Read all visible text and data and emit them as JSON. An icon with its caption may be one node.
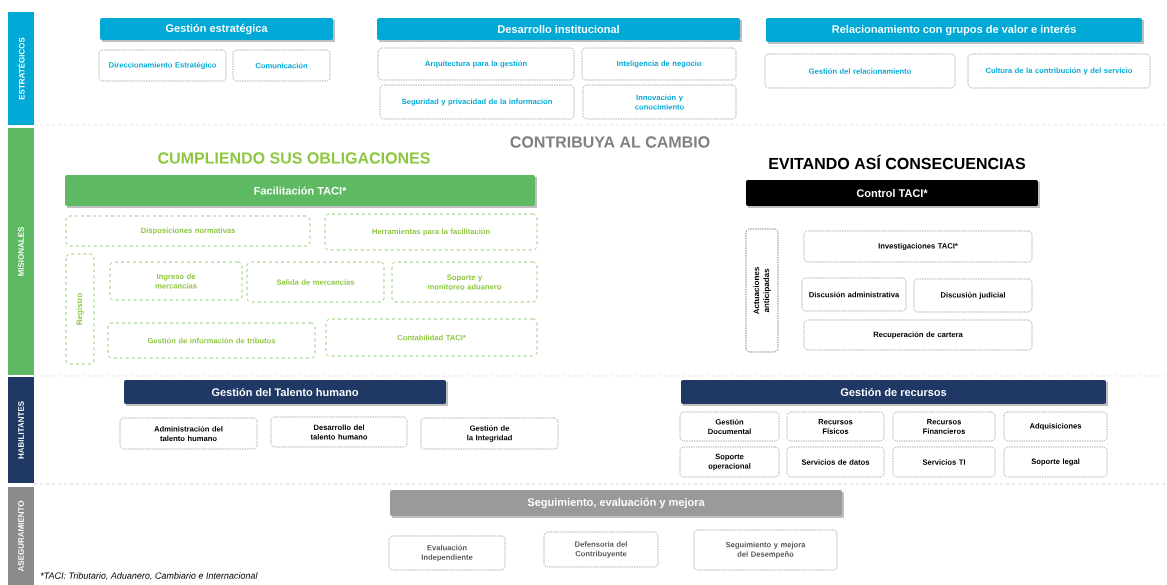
{
  "diagram": {
    "nodes": [
      {
        "text": [
          "ESTRATÉGICOS"
        ]
      },
      {
        "text": [
          "Gestión estratégica"
        ]
      },
      {
        "text": [
          "Direccionamiento Estratégico"
        ]
      },
      {
        "text": [
          "Comunicación"
        ]
      },
      {
        "text": [
          "Desarrollo institucional"
        ]
      },
      {
        "text": [
          "Arquitectura para la gestión"
        ]
      },
      {
        "text": [
          "Inteligencia de negocio"
        ]
      },
      {
        "text": [
          "Seguridad y privacidad de la información"
        ]
      },
      {
        "text": [
          "Innovación y conocimiento"
        ]
      },
      {
        "text": [
          "Relacionamiento con grupos de valor e interés"
        ]
      },
      {
        "text": [
          "Gestión del relacionamiento"
        ]
      },
      {
        "text": [
          "Cultura de la contribución y del servicio"
        ]
      },
      {
        "text": [
          "MISIONALES"
        ]
      },
      {
        "text": [
          "Facilitación TACI*"
        ]
      },
      {
        "text": [
          "Disposiciones normativas"
        ]
      },
      {
        "text": [
          "Herramientas para la facilitación"
        ]
      },
      {
        "text": [
          "Registro"
        ]
      },
      {
        "text": [
          "Ingreso de mercancías"
        ]
      },
      {
        "text": [
          "Salida de mercancías"
        ]
      },
      {
        "text": [
          "Soporte y monitoreo aduanero"
        ]
      },
      {
        "text": [
          "Gestión de información de tributos"
        ]
      },
      {
        "text": [
          "Contabilidad TACI*"
        ]
      },
      {
        "text": [
          "Control TACI*"
        ]
      },
      {
        "text": [
          "Actuaciones anticipadas"
        ]
      },
      {
        "text": [
          "Investigaciones TACI*"
        ]
      },
      {
        "text": [
          "Discusión administrativa"
        ]
      },
      {
        "text": [
          "Discusión judicial"
        ]
      },
      {
        "text": [
          "Recuperación de cartera"
        ]
      },
      {
        "text": [
          "HABILITANTES"
        ]
      },
      {
        "text": [
          "Gestión del Talento humano"
        ]
      },
      {
        "text": [
          "Administración del talento humano"
        ]
      },
      {
        "text": [
          "Desarrollo del talento humano"
        ]
      },
      {
        "text": [
          "Gestión de la Integridad"
        ]
      },
      {
        "text": [
          "Gestión de recursos"
        ]
      },
      {
        "text": [
          "Gestión Documental"
        ]
      },
      {
        "text": [
          "Recursos Físicos"
        ]
      },
      {
        "text": [
          "Recursos Financieros"
        ]
      },
      {
        "text": [
          "Adquisiciones"
        ]
      },
      {
        "text": [
          "Soporte operacional"
        ]
      },
      {
        "text": [
          "Servicios de datos"
        ]
      },
      {
        "text": [
          "Servicios TI"
        ]
      },
      {
        "text": [
          "Soporte legal"
        ]
      },
      {
        "text": [
          "ASEGURAMIENTO"
        ]
      },
      {
        "text": [
          "Seguimiento, evaluación y mejora"
        ]
      },
      {
        "text": [
          "Evaluación Independiente"
        ]
      },
      {
        "text": [
          "Defensoría del Contribuyente"
        ]
      },
      {
        "text": [
          "Seguimiento y mejora del Desempeño"
        ]
      }
    ],
    "labels": [
      "CONTRIBUYA AL CAMBIO",
      "CUMPLIENDO SUS OBLIGACIONES",
      "EVITANDO ASÍ CONSECUENCIAS",
      "*TACI: Tributario, Aduanero, Cambiario e Internacional"
    ]
  }
}
